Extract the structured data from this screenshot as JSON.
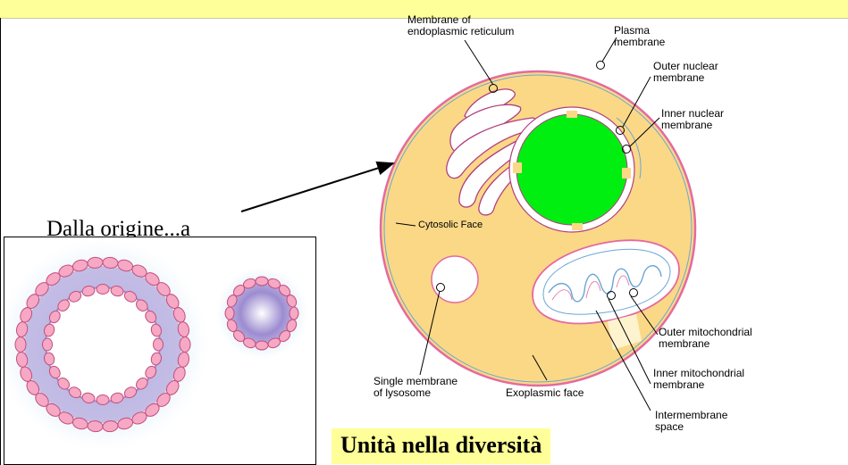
{
  "title_bar": {
    "background": "#ffff99"
  },
  "caption": {
    "text": "Dalla origine...a"
  },
  "footer": {
    "text": "Unità nella diversità"
  },
  "cell_labels": {
    "er_membrane": [
      "Membrane of",
      "endoplasmic reticulum"
    ],
    "plasma_membrane": [
      "Plasma",
      "membrane"
    ],
    "outer_nuclear": [
      "Outer nuclear",
      "membrane"
    ],
    "inner_nuclear": [
      "Inner nuclear",
      "membrane"
    ],
    "cytosolic_face": "Cytosolic Face",
    "outer_mito": [
      "Outer mitochondrial",
      "membrane"
    ],
    "inner_mito": [
      "Inner mitochondrial",
      "membrane"
    ],
    "intermembrane": [
      "Intermembrane",
      "space"
    ],
    "lysosome": [
      "Single membrane",
      "of lysosome"
    ],
    "exoplasmic": "Exoplasmic face"
  },
  "colors": {
    "cytoplasm": "#fad886",
    "nucleus": "#00ee10",
    "membrane_pink": "#e36aa0",
    "membrane_blue": "#6aa6d8",
    "vesicle_purple": "#9c8cd0"
  }
}
